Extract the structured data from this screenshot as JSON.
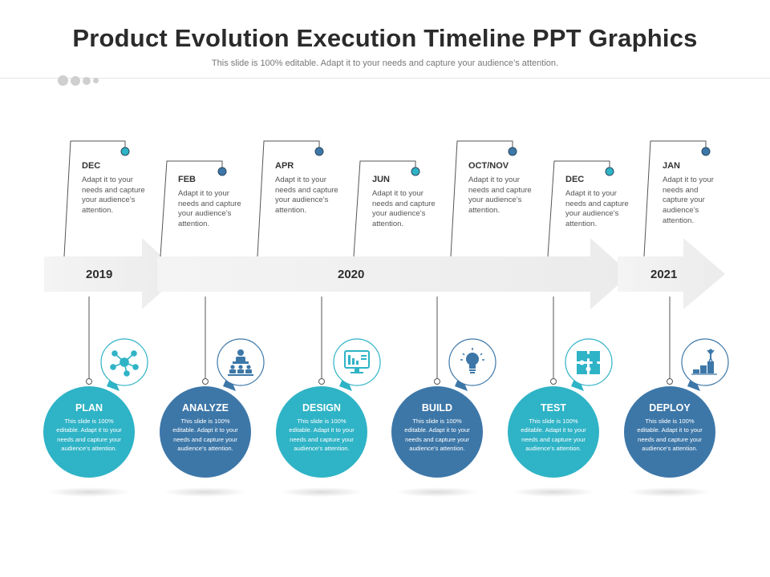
{
  "header": {
    "title": "Product Evolution Execution Timeline PPT Graphics",
    "subtitle": "This slide is 100% editable. Adapt it to your needs and capture your audience’s attention."
  },
  "colors": {
    "teal": "#2fb3c6",
    "blue": "#3d77a8",
    "arrow": "#eeeeee",
    "line": "#555555"
  },
  "timeline": {
    "years": [
      "2019",
      "2020",
      "2021"
    ],
    "milestones": [
      {
        "month": "DEC",
        "text": "Adapt it to your needs and capture your audience’s attention."
      },
      {
        "month": "FEB",
        "text": "Adapt it to your needs and capture your audience’s attention."
      },
      {
        "month": "APR",
        "text": "Adapt it to your needs and capture your audience’s attention."
      },
      {
        "month": "JUN",
        "text": "Adapt it to your needs and capture your audience’s attention."
      },
      {
        "month": "OCT/NOV",
        "text": "Adapt it to your needs and capture your audience’s attention."
      },
      {
        "month": "DEC",
        "text": "Adapt it to your needs and capture your audience’s attention."
      },
      {
        "month": "JAN",
        "text": "Adapt it to your needs and capture your audience’s attention."
      }
    ]
  },
  "phases": [
    {
      "title": "PLAN",
      "desc": "This slide is 100% editable. Adapt it to your needs and capture your audience’s attention.",
      "icon": "network-icon"
    },
    {
      "title": "ANALYZE",
      "desc": "This slide is 100% editable. Adapt it to your needs and capture your audience’s attention.",
      "icon": "presentation-icon"
    },
    {
      "title": "DESIGN",
      "desc": "This slide is 100% editable. Adapt it to your needs and capture your audience’s attention.",
      "icon": "monitor-chart-icon"
    },
    {
      "title": "BUILD",
      "desc": "This slide is 100% editable. Adapt it to your needs and capture your audience’s attention.",
      "icon": "lightbulb-icon"
    },
    {
      "title": "TEST",
      "desc": "This slide is 100% editable. Adapt it to your needs and capture your audience’s attention.",
      "icon": "puzzle-icon"
    },
    {
      "title": "DEPLOY",
      "desc": "This slide is 100% editable. Adapt it to your needs and capture your audience’s attention.",
      "icon": "podium-icon"
    }
  ]
}
